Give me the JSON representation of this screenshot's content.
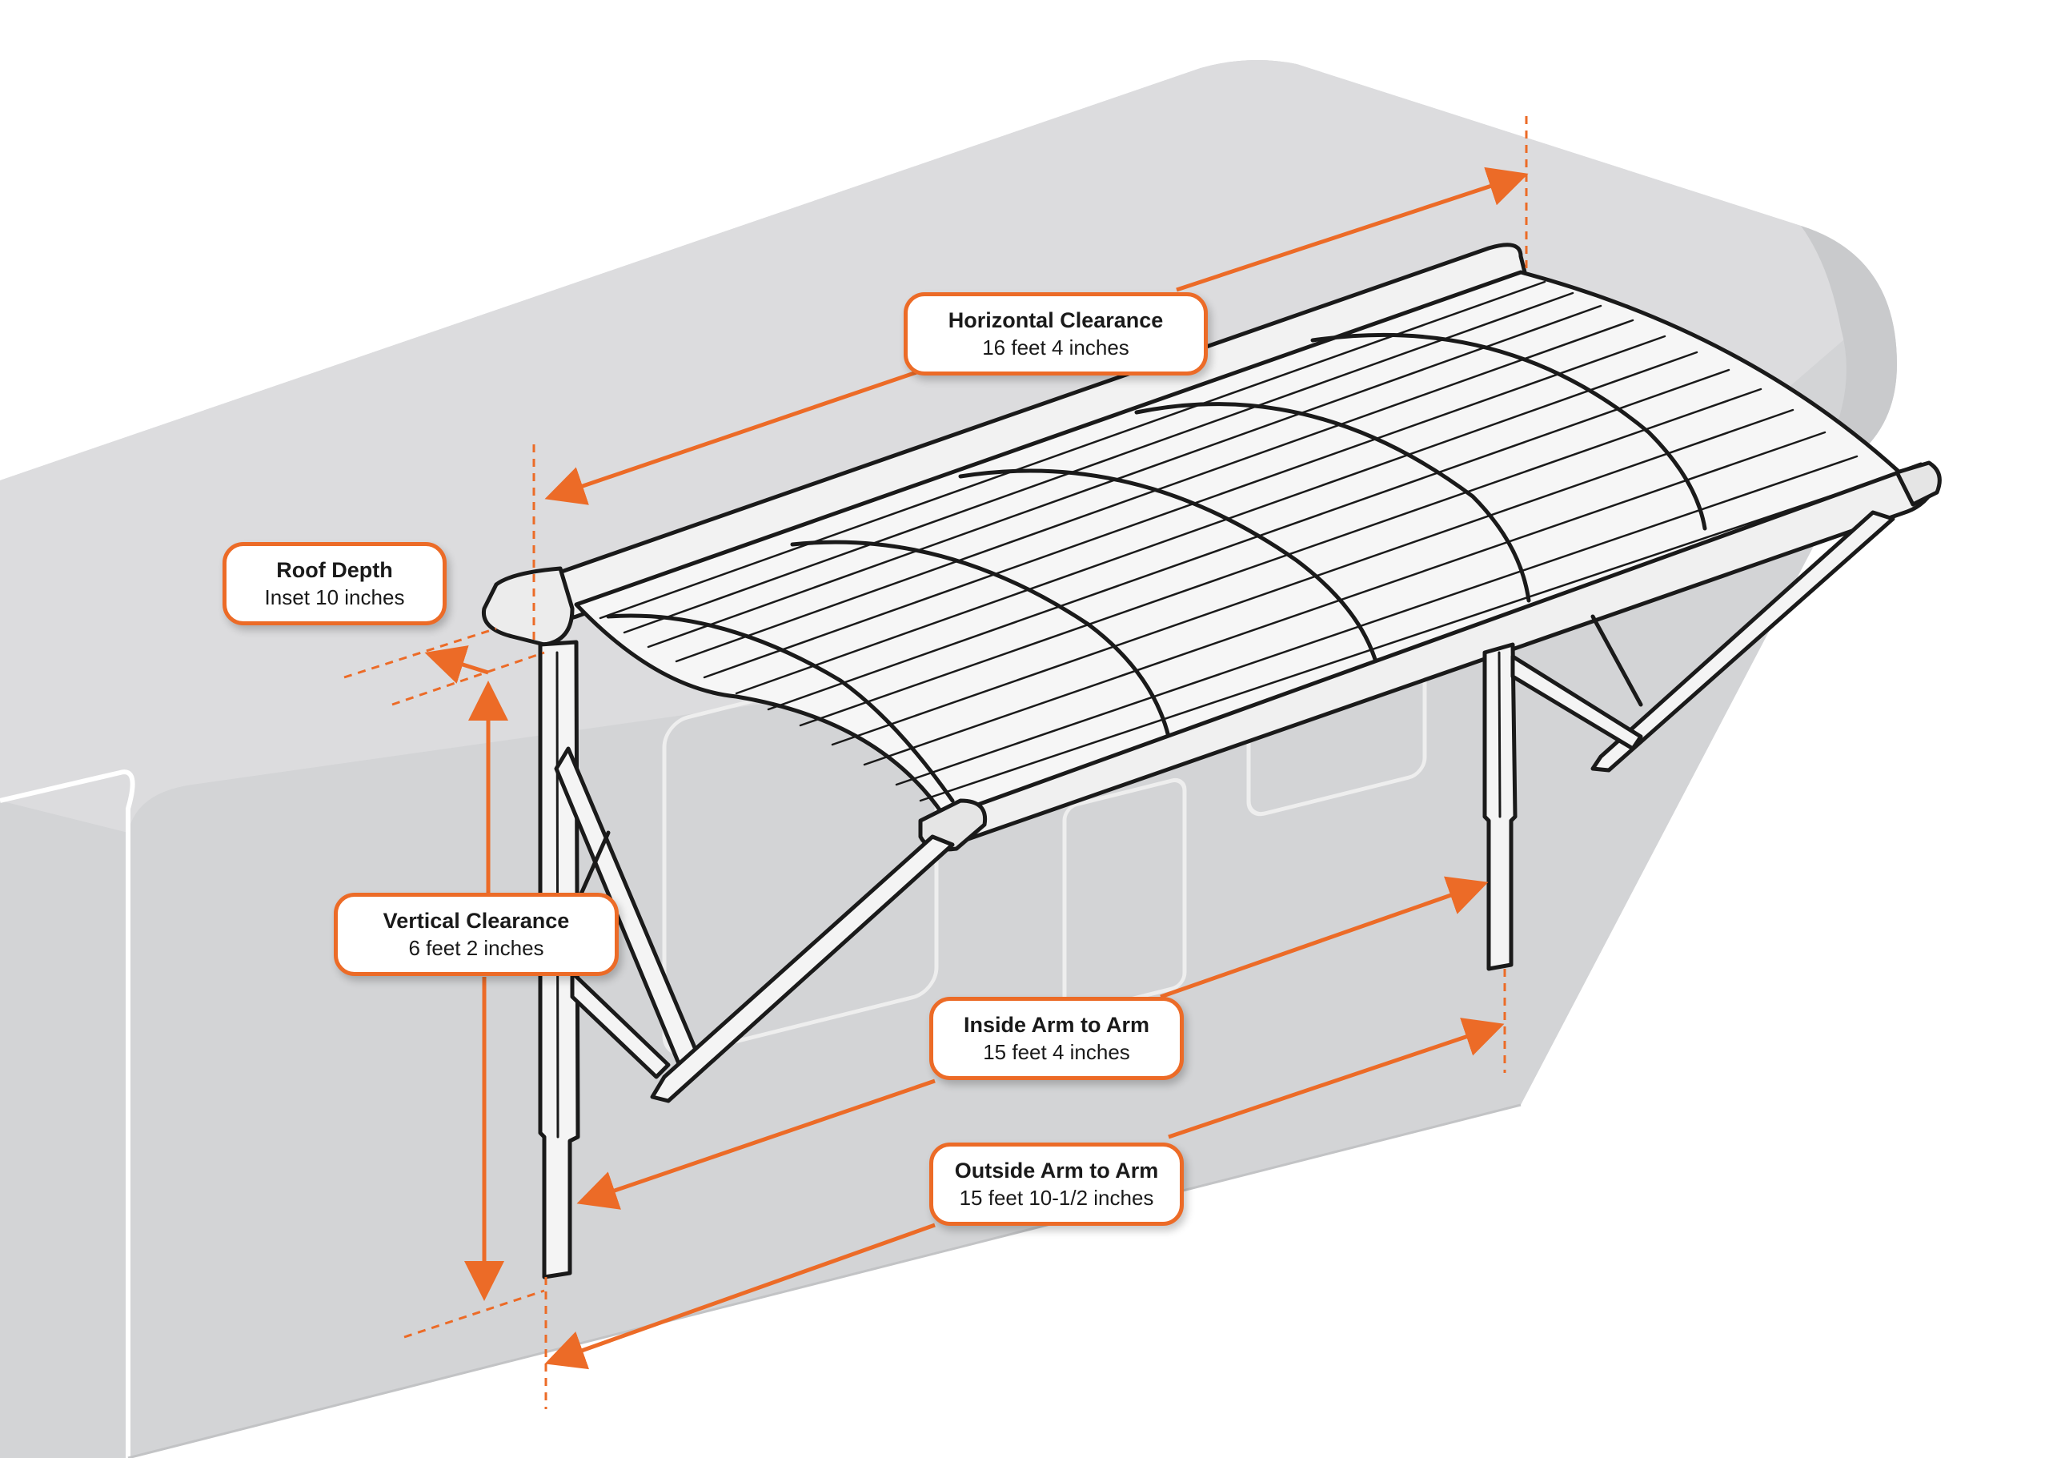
{
  "colors": {
    "background": "#ffffff",
    "rv_body": "#d3d4d6",
    "rv_edge": "#c2c3c5",
    "awning_fabric": "#f6f6f6",
    "awning_outline": "#1a1a1a",
    "dimension_line": "#ec6b27",
    "callout_border": "#ec6b27",
    "callout_text": "#1a1a1a"
  },
  "callouts": {
    "horizontal_clearance": {
      "title": "Horizontal Clearance",
      "value": "16 feet 4 inches"
    },
    "roof_depth": {
      "title": "Roof Depth",
      "value": "Inset 10 inches"
    },
    "vertical_clearance": {
      "title": "Vertical Clearance",
      "value": "6 feet 2 inches"
    },
    "inside_arm_to_arm": {
      "title": "Inside Arm to Arm",
      "value": "15 feet 4 inches"
    },
    "outside_arm_to_arm": {
      "title": "Outside Arm to Arm",
      "value": "15 feet 10-1/2 inches"
    }
  },
  "icons": {
    "vehicle": "rv-body-illustration",
    "awning": "rv-awning-illustration",
    "arrow": "arrowhead-icon"
  }
}
